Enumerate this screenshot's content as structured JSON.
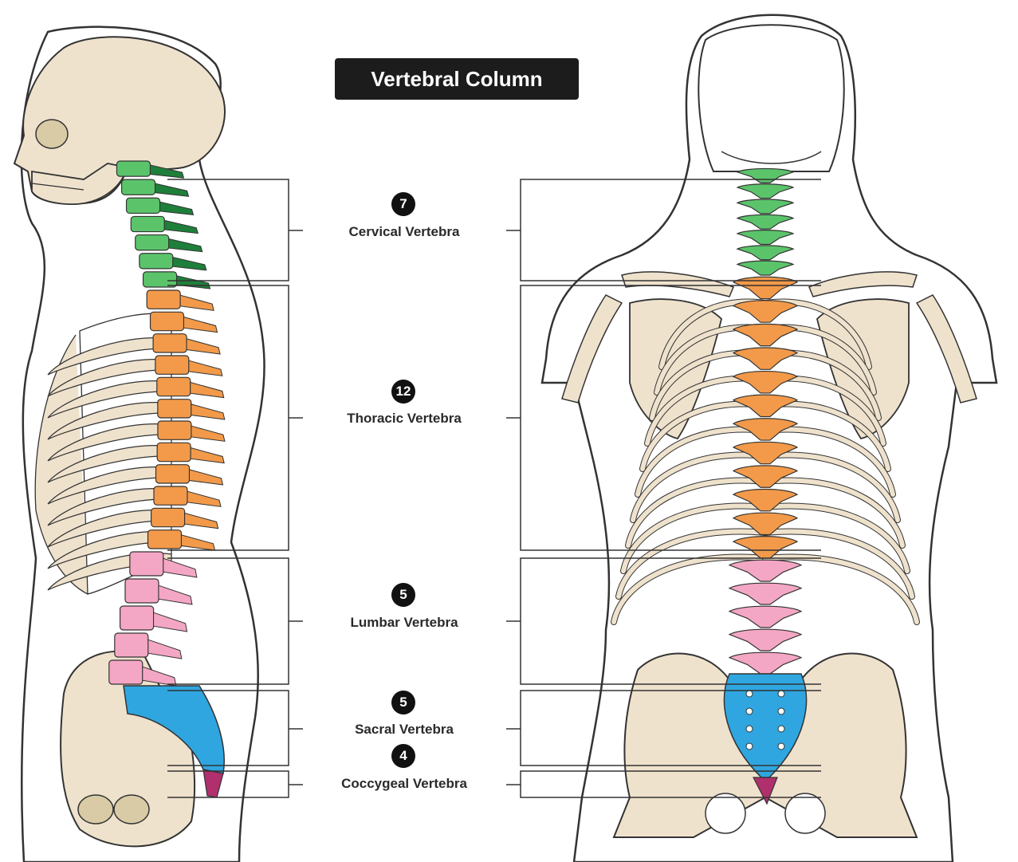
{
  "title": "Vertebral Column",
  "segments": [
    {
      "id": "cervical",
      "count": "7",
      "label": "Cervical Vertebra",
      "color": "#5bc46b"
    },
    {
      "id": "thoracic",
      "count": "12",
      "label": "Thoracic Vertebra",
      "color": "#f29a4a"
    },
    {
      "id": "lumbar",
      "count": "5",
      "label": "Lumbar Vertebra",
      "color": "#f4a7c4"
    },
    {
      "id": "sacral",
      "count": "5",
      "label": "Sacral Vertebra",
      "color": "#2fa6e0"
    },
    {
      "id": "coccygeal",
      "count": "4",
      "label": "Coccygeal Vertebra",
      "color": "#b0306e"
    }
  ],
  "colors": {
    "bone": "#efe2cd",
    "outline": "#333333",
    "dark_green": "#1e7f3a"
  }
}
